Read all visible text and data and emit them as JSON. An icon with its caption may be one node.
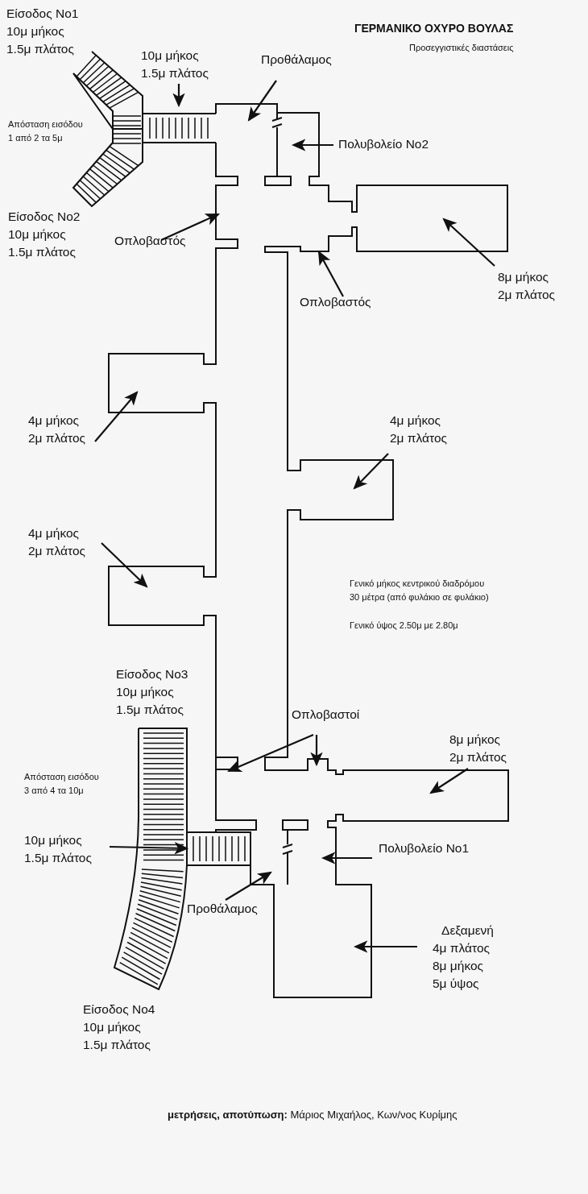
{
  "diagram": {
    "title": "ΓΕΡΜΑΝΙΚΟ ΟΧΥΡΟ ΒΟΥΛΑΣ",
    "nodes": [
      {
        "text": [
          "10μ μήκος 1.5μ πλάτος"
        ]
      },
      {
        "text": [
          "Προθάλαμος"
        ]
      },
      {
        "text": [
          "Πολυβολείο No2"
        ]
      },
      {
        "text": [
          "Οπλοβαστός"
        ]
      },
      {
        "text": [
          "8μ μήκος 2μ πλάτος"
        ]
      },
      {
        "text": [
          "Οπλοβαστός"
        ]
      },
      {
        "text": [
          "4μ μήκος 2μ πλάτος"
        ]
      },
      {
        "text": [
          "4μ μήκος 2μ πλάτος"
        ]
      },
      {
        "text": [
          "4μ μήκος 2μ πλάτος"
        ]
      },
      {
        "text": [
          "Οπλοβαστοί"
        ]
      },
      {
        "text": [
          "8μ μήκος 2μ πλάτος"
        ]
      },
      {
        "text": [
          "10μ μήκος 1.5μ πλάτος"
        ]
      },
      {
        "text": [
          "Πολυβολείο No1"
        ]
      },
      {
        "text": [
          "Προθάλαμος"
        ]
      },
      {
        "text": [
          "Δεξαμενή",
          "4μ πλάτος 8μ μήκος 5μ ύψος"
        ]
      },
      {
        "text": [],
        "shape": "box"
      },
      {
        "text": [],
        "shape": "box"
      }
    ],
    "edges": [
      {
        "from": 0,
        "to": null,
        "arrow": "to"
      },
      {
        "from": 1,
        "to": null,
        "arrow": "to"
      },
      {
        "from": 2,
        "to": null,
        "arrow": "to"
      },
      {
        "from": 3,
        "to": null,
        "arrow": "to"
      },
      {
        "from": 4,
        "to": null,
        "arrow": "to"
      },
      {
        "from": 5,
        "to": null,
        "arrow": "to"
      },
      {
        "from": 6,
        "to": null,
        "arrow": "to"
      },
      {
        "from": 7,
        "to": null,
        "arrow": "to"
      },
      {
        "from": 8,
        "to": null,
        "arrow": "to"
      },
      {
        "from": 9,
        "to": 16,
        "arrow": "to"
      },
      {
        "from": 9,
        "to": null,
        "arrow": "to"
      },
      {
        "from": 10,
        "to": null,
        "arrow": "to"
      },
      {
        "from": 11,
        "to": 15,
        "arrow": "to"
      },
      {
        "from": 12,
        "to": null,
        "arrow": "to"
      },
      {
        "from": 13,
        "to": null,
        "arrow": "to"
      },
      {
        "from": 14,
        "to": null,
        "arrow": "to"
      }
    ],
    "labels": [
      "Προσεγγιστικές διαστάσεις",
      "Είσοδος No1",
      "10μ μήκος 1.5μ πλάτος",
      "Απόσταση εισόδου 1 από 2 τα 5μ",
      "Είσοδος No2",
      "10μ μήκος 1.5μ πλάτος",
      "Γενικό μήκος κεντρικού διαδρόμου 30 μέτρα (από φυλάκιο σε φυλάκιο)",
      "Γενικό ύψος 2.50μ με 2.80μ",
      "Είσοδος No3",
      "10μ μήκος 1.5μ πλάτος",
      "Απόσταση εισόδου 3 από 4 τα 10μ",
      "Είσοδος No4",
      "10μ μήκος 1.5μ πλάτος",
      "**μετρήσεις, αποτύπωση:** Μάριος Μιχαήλος, Κων/νος Κυρίμης"
    ]
  }
}
